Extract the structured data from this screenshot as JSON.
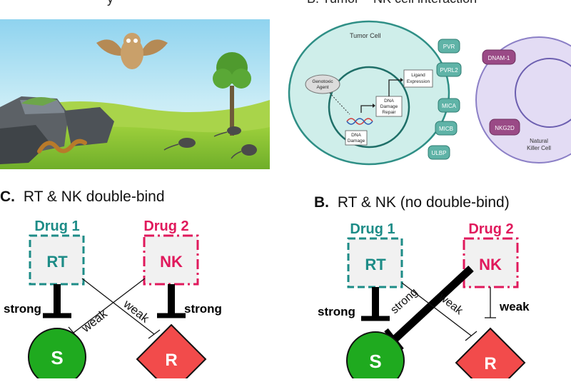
{
  "panel_a_title": "y",
  "panel_b_top_title": "B.  Tumor – NK cell interaction",
  "tumor": {
    "cell_label": "Tumor Cell",
    "genotoxic": [
      "Genotoxic",
      "Agent"
    ],
    "dna_damage": [
      "DNA",
      "Damage"
    ],
    "repair": [
      "DNA",
      "Damage",
      "Repair"
    ],
    "ligand": [
      "Ligand",
      "Expression"
    ],
    "receptors": [
      "PVR",
      "PVRL2",
      "MICA",
      "MICB",
      "ULBP"
    ],
    "nk_receptors": [
      "DNAM-1",
      "NKG2D"
    ],
    "nk_label": [
      "Natural",
      "Killer Cell"
    ]
  },
  "panel_c": {
    "letter": "C.",
    "title": "RT & NK double-bind",
    "drug1": "Drug 1",
    "drug2": "Drug 2",
    "box1": "RT",
    "box2": "NK",
    "strong_left": "strong",
    "strong_right": "strong",
    "weak_left": "weak",
    "weak_right": "weak",
    "s": "S",
    "r": "R"
  },
  "panel_b": {
    "letter": "B.",
    "title": "RT & NK (no double-bind)",
    "drug1": "Drug 1",
    "drug2": "Drug 2",
    "box1": "RT",
    "box2": "NK",
    "strong_left": "strong",
    "strong_diag": "strong",
    "weak_diag": "weak",
    "weak_right": "weak",
    "s": "S",
    "r": "R"
  },
  "colors": {
    "teal": "#1d8c87",
    "magenta": "#e0195c",
    "green": "#1faa1f",
    "red": "#f24b4b",
    "tumor_fill": "#cfeeea",
    "nk_fill": "#e3dcf4",
    "receptor": "#5fb3a7",
    "nk_receptor": "#9a4a86"
  }
}
